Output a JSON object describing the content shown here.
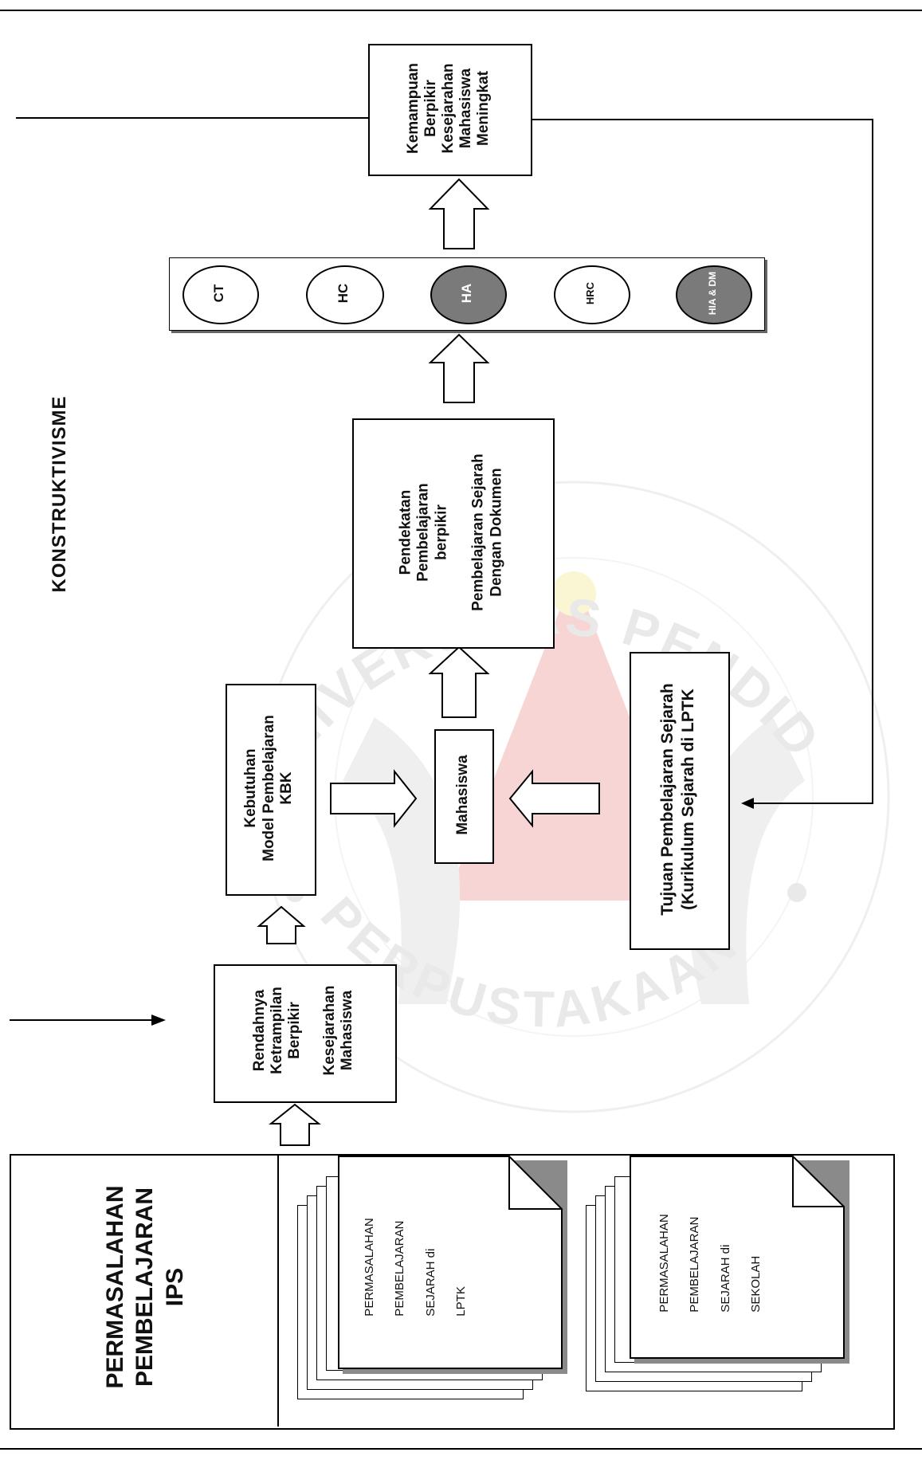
{
  "title": "KONSTRUKTIVISME",
  "sidebar_title": [
    "PERMASALAHAN",
    "PEMBELAJARAN",
    "IPS"
  ],
  "documents": [
    {
      "lines": [
        "PERMASALAHAN",
        "PEMBELAJARAN",
        "SEJARAH di",
        "LPTK"
      ]
    },
    {
      "lines": [
        "PERMASALAHAN",
        "PEMBELAJARAN",
        "SEJARAH di",
        "SEKOLAH"
      ]
    }
  ],
  "boxes": {
    "rendahnya": {
      "lines": [
        "Rendahnya",
        "Ketrampilan",
        "Berpikir",
        "",
        "Kesejarahan",
        "Mahasiswa"
      ]
    },
    "kebutuhan": {
      "lines": [
        "Kebutuhan",
        "Model Pembelajaran",
        "KBK"
      ]
    },
    "mahasiswa": {
      "text": "Mahasiswa"
    },
    "tujuan": {
      "lines": [
        "Tujuan Pembelajaran Sejarah",
        "(Kurikulum Sejarah di LPTK"
      ]
    },
    "pendekatan": {
      "lines": [
        "Pendekatan",
        "Pembelajaran",
        "berpikir",
        "",
        "Pembelajaran Sejarah",
        "Dengan Dokumen"
      ]
    },
    "kemampuan": {
      "lines": [
        "Kemampuan",
        "Berpikir",
        "Kesejarahan",
        "Mahasiswa",
        "Meningkat"
      ]
    }
  },
  "skills": [
    {
      "label": "CT",
      "shaded": false
    },
    {
      "label": "HC",
      "shaded": false
    },
    {
      "label": "HA",
      "shaded": true
    },
    {
      "label": "HRC",
      "shaded": false
    },
    {
      "label": "HIA & DM",
      "shaded": true
    }
  ],
  "watermark": {
    "top_text": "UNIVERSITAS PENDIDIKAN INDONESIA",
    "bottom_text": "PERPUSTAKAAN"
  },
  "colors": {
    "watermark_red": "#f3b3b3",
    "watermark_gray": "#e2e2e2",
    "watermark_yellow": "#f6eeb0",
    "shade": "#7a7a7a"
  }
}
